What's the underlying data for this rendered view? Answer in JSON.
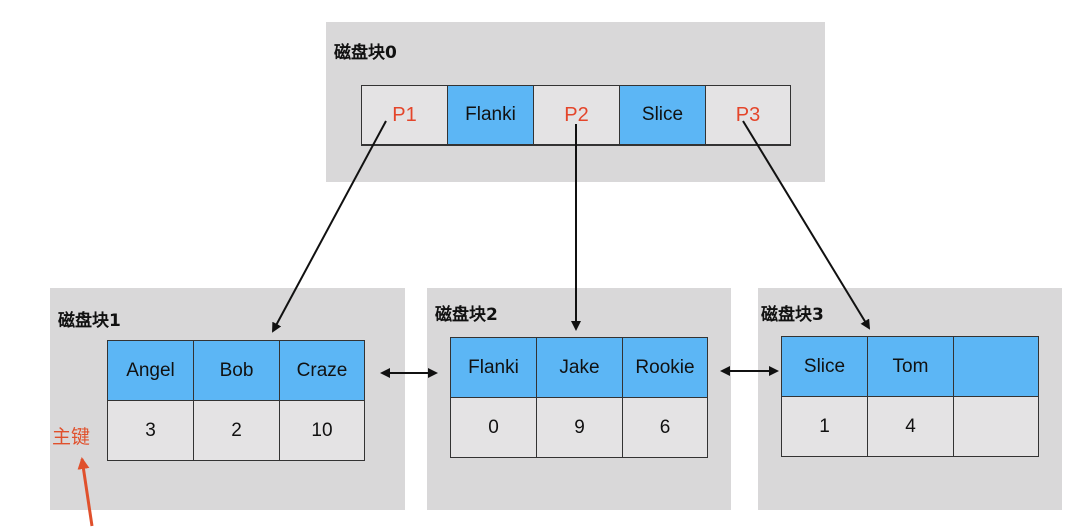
{
  "root": {
    "title": "磁盘块0",
    "cells": [
      {
        "text": "P1",
        "kind": "pointer"
      },
      {
        "text": "Flanki",
        "kind": "key"
      },
      {
        "text": "P2",
        "kind": "pointer"
      },
      {
        "text": "Slice",
        "kind": "key"
      },
      {
        "text": "P3",
        "kind": "pointer"
      }
    ]
  },
  "leaves": [
    {
      "title": "磁盘块1",
      "keys": [
        "Angel",
        "Bob",
        "Craze"
      ],
      "values": [
        "3",
        "2",
        "10"
      ]
    },
    {
      "title": "磁盘块2",
      "keys": [
        "Flanki",
        "Jake",
        "Rookie"
      ],
      "values": [
        "0",
        "9",
        "6"
      ]
    },
    {
      "title": "磁盘块3",
      "keys": [
        "Slice",
        "Tom",
        ""
      ],
      "values": [
        "1",
        "4",
        ""
      ]
    }
  ],
  "primary_key_label": "主键",
  "colors": {
    "block_bg": "#d9d8d9",
    "key_cell": "#5cb6f5",
    "value_cell": "#e4e3e4",
    "pointer_text": "#e4452a",
    "annotation": "#e0502c",
    "arrow": "#111111"
  }
}
